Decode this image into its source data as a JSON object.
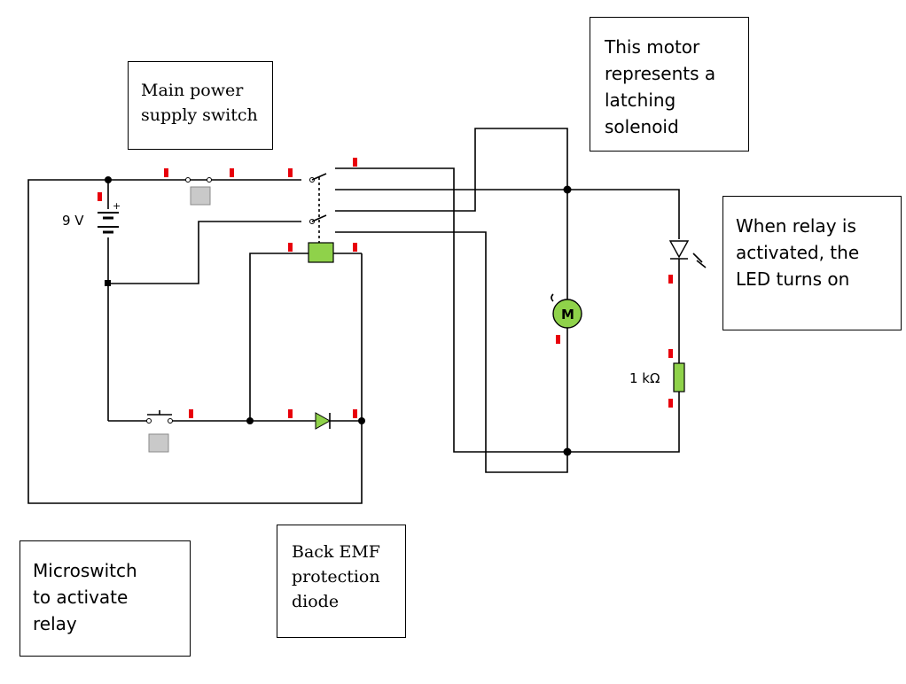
{
  "notes": {
    "main_power": "Main power\nsupply switch",
    "motor": "This motor\nrepresents a\nlatching\nsolenoid",
    "led": "When relay is\nactivated, the\nLED turns on",
    "microswitch": "Microswitch\nto activate\nrelay",
    "back_emf": "Back EMF\nprotection\ndiode"
  },
  "components": {
    "battery_label": "9 V",
    "battery_plus": "+",
    "resistor_label": "1 kΩ",
    "motor_symbol": "M"
  },
  "colors": {
    "wire": "#000000",
    "pin": "#e8000b",
    "component_green": "#8fd24a",
    "button_gray": "#c9c9c9"
  }
}
